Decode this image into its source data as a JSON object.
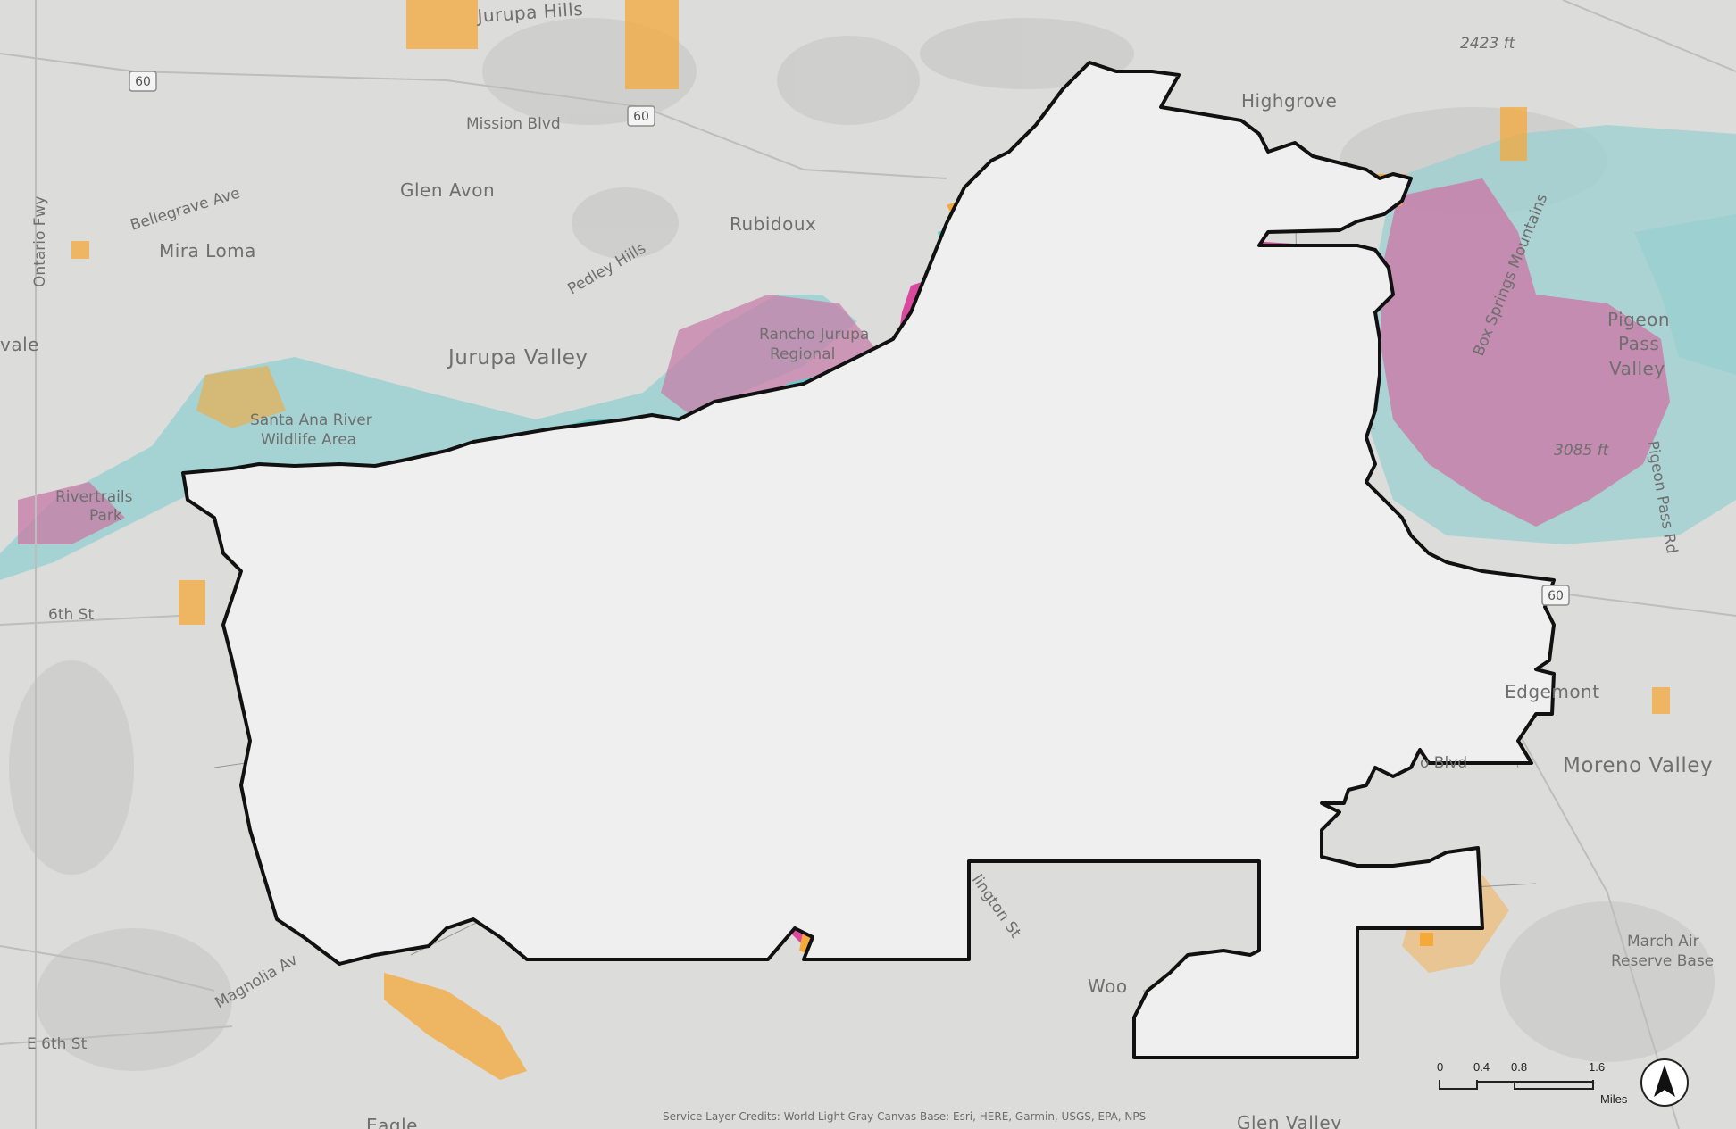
{
  "map": {
    "places": {
      "jurupa_hills": "Jurupa Hills",
      "highgrove": "Highgrove",
      "mission_blvd": "Mission Blvd",
      "glen_avon": "Glen Avon",
      "rubidoux": "Rubidoux",
      "bellegrave_ave": "Bellegrave Ave",
      "mira_loma": "Mira Loma",
      "ontario_fwy": "Ontario Fwy",
      "pedley_hills": "Pedley Hills",
      "jurupa_valley": "Jurupa Valley",
      "vale": "vale",
      "santa_ana_river_1": "Santa Ana River",
      "santa_ana_river_2": "Wildlife Area",
      "rivertrails_1": "Rivertrails",
      "rivertrails_2": "Park",
      "rancho_1": "Rancho Jurupa",
      "rancho_2": "Regional",
      "sixth_st": "6th St",
      "e_sixth_st": "E 6th St",
      "magnolia": "Magnolia Av",
      "arlington_st": "lington St",
      "edgemont": "Edgemont",
      "moreno_valley": "Moreno Valley",
      "march_air_1": "March Air",
      "march_air_2": "Reserve Base",
      "box_springs": "Box Springs Mountains",
      "pigeon_1": "Pigeon",
      "pigeon_2": "Pass",
      "pigeon_3": "Valley",
      "pigeon_pass_rd": "Pigeon Pass Rd",
      "elev_2423": "2423 ft",
      "elev_3085": "3085 ft",
      "woo": "Woo",
      "glen_valley": "Glen Valley",
      "eagle": "Eagle",
      "blvd": "o Blvd"
    },
    "shields": {
      "hwy60_a": "60",
      "hwy60_b": "60",
      "hwy60_c": "60"
    },
    "colors": {
      "basemap": "#dcdcda",
      "city_fill": "#efefef",
      "boundary": "#111111",
      "orange": "#f5a93a",
      "magenta": "#d94a9e",
      "teal": "#66c9cc",
      "coral": "#f27d52",
      "pink_haze": "#c77fa9",
      "teal_haze": "#9bd0d0"
    },
    "credits": "Service Layer Credits: World Light Gray Canvas Base: Esri, HERE, Garmin, USGS, EPA, NPS",
    "scale": {
      "labels": [
        "0",
        "0.4",
        "0.8",
        "1.6"
      ],
      "unit": "Miles"
    },
    "north_arrow_icon": "north-arrow-icon"
  }
}
